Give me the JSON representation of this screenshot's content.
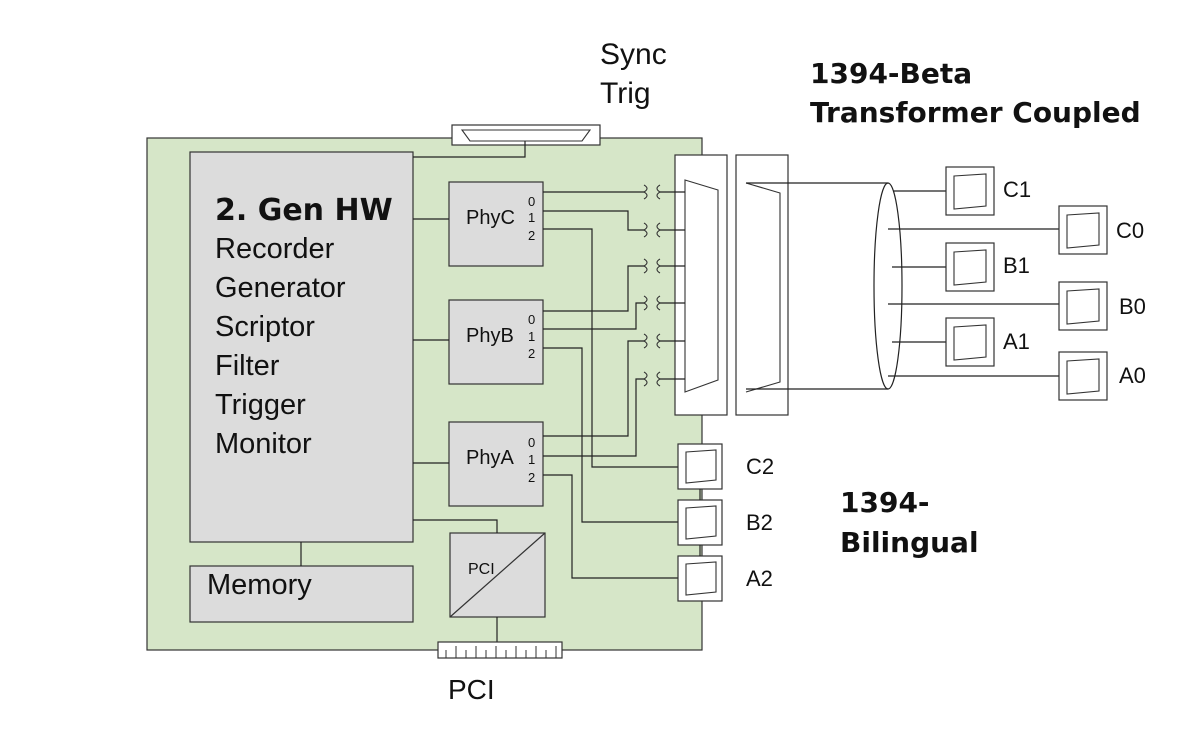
{
  "colors": {
    "board": "#d6e6c8",
    "block": "#dcdcdc",
    "line": "#222222",
    "white": "#ffffff"
  },
  "labels": {
    "sync": "Sync",
    "trig": "Trig",
    "beta_line1": "1394-Beta",
    "beta_line2": "Transformer Coupled",
    "bilingual_line1": "1394-",
    "bilingual_line2": "Bilingual",
    "pci_bottom": "PCI",
    "pci_chip": "PCI",
    "memory": "Memory"
  },
  "hw_block": {
    "title": "2. Gen HW",
    "items": [
      "Recorder",
      "Generator",
      "Scriptor",
      "Filter",
      "Trigger",
      "Monitor"
    ]
  },
  "phys": [
    {
      "name": "PhyC",
      "ports": [
        "0",
        "1",
        "2"
      ]
    },
    {
      "name": "PhyB",
      "ports": [
        "0",
        "1",
        "2"
      ]
    },
    {
      "name": "PhyA",
      "ports": [
        "0",
        "1",
        "2"
      ]
    }
  ],
  "beta_ports": [
    "C1",
    "C0",
    "B1",
    "B0",
    "A1",
    "A0"
  ],
  "bilingual_ports": [
    "C2",
    "B2",
    "A2"
  ]
}
